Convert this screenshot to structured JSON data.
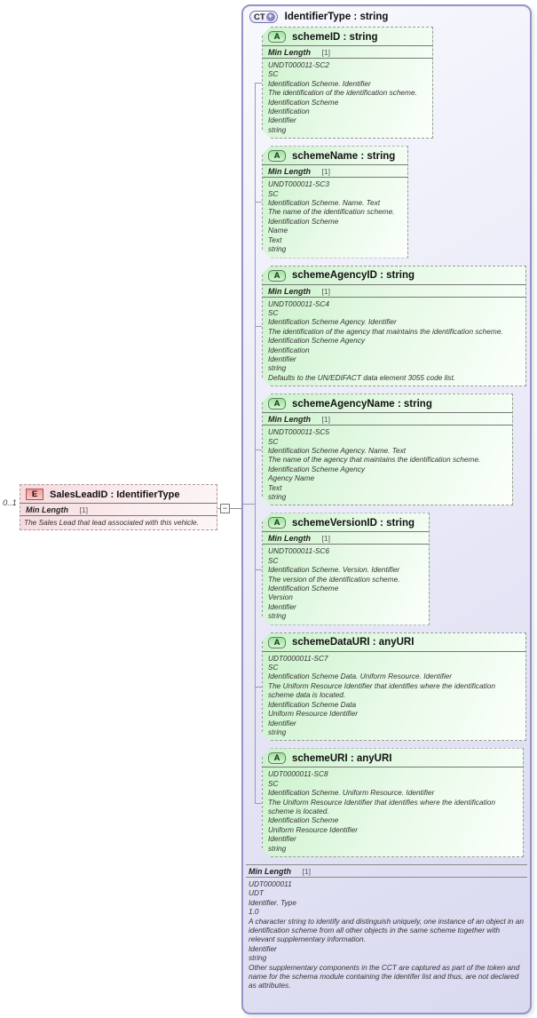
{
  "element": {
    "icon": "E",
    "cardinality": "0..1",
    "title": "SalesLeadID : IdentifierType",
    "facet": {
      "name": "Min Length",
      "value": "[1]"
    },
    "annotation": "The Sales Lead that lead associated with this vehicle."
  },
  "collapse_toggle": "−",
  "complex_type": {
    "icon": "CT",
    "icon_plus": "+",
    "title": "IdentifierType : string",
    "attributes": [
      {
        "icon": "A",
        "title": "schemeID : string",
        "facet": {
          "name": "Min Length",
          "value": "[1]"
        },
        "annotation": "UNDT000011-SC2\nSC\nIdentification Scheme. Identifier\nThe identification of the identification scheme.\nIdentification Scheme\nIdentification\nIdentifier\nstring"
      },
      {
        "icon": "A",
        "title": "schemeName : string",
        "facet": {
          "name": "Min Length",
          "value": "[1]"
        },
        "annotation": "UNDT000011-SC3\nSC\nIdentification Scheme. Name. Text\nThe name of the identification scheme.\nIdentification Scheme\nName\nText\nstring"
      },
      {
        "icon": "A",
        "title": "schemeAgencyID : string",
        "facet": {
          "name": "Min Length",
          "value": "[1]"
        },
        "annotation": "UNDT000011-SC4\nSC\nIdentification Scheme Agency. Identifier\nThe identification of the agency that maintains the identification scheme.\nIdentification Scheme Agency\nIdentification\nIdentifier\nstring\nDefaults to the UN/EDIFACT data element 3055 code list."
      },
      {
        "icon": "A",
        "title": "schemeAgencyName : string",
        "facet": {
          "name": "Min Length",
          "value": "[1]"
        },
        "annotation": "UNDT000011-SC5\nSC\nIdentification Scheme Agency. Name. Text\nThe name of the agency that maintains the identification scheme.\nIdentification Scheme Agency\nAgency Name\nText\nstring"
      },
      {
        "icon": "A",
        "title": "schemeVersionID : string",
        "facet": {
          "name": "Min Length",
          "value": "[1]"
        },
        "annotation": "UNDT000011-SC6\nSC\nIdentification Scheme. Version. Identifier\nThe version of the identification scheme.\nIdentification Scheme\nVersion\nIdentifier\nstring"
      },
      {
        "icon": "A",
        "title": "schemeDataURI : anyURI",
        "annotation": "UDT0000011-SC7\nSC\nIdentification Scheme Data. Uniform Resource. Identifier\nThe Uniform Resource Identifier that identifies where the identification scheme data is located.\nIdentification Scheme Data\nUniform Resource Identifier\nIdentifier\nstring"
      },
      {
        "icon": "A",
        "title": "schemeURI : anyURI",
        "annotation": "UDT0000011-SC8\nSC\nIdentification Scheme. Uniform Resource. Identifier\nThe Uniform Resource Identifier that identifies where the identification scheme is located.\nIdentification Scheme\nUniform Resource Identifier\nIdentifier\nstring"
      }
    ],
    "facet": {
      "name": "Min Length",
      "value": "[1]"
    },
    "annotation": "UDT0000011\nUDT\nIdentifier. Type\n1.0\nA character string to identify and distinguish uniquely, one instance of an object in an identification scheme from all other objects in the same scheme together with relevant supplementary information.\nIdentifier\nstring\nOther supplementary components in the CCT are captured as part of the token and name for the schema module containing the identifer list and thus, are not declared as attributes."
  }
}
